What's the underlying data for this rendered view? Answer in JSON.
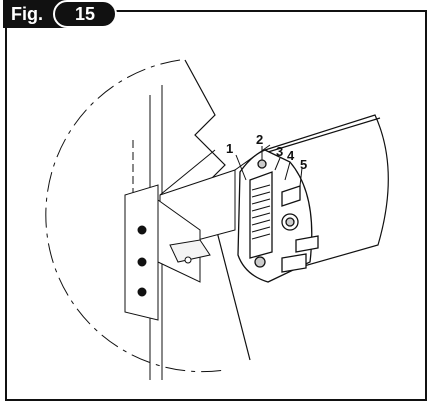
{
  "figure": {
    "prefix": "Fig.",
    "number": "15"
  },
  "callouts": [
    "1",
    "2",
    "3",
    "4",
    "5"
  ]
}
